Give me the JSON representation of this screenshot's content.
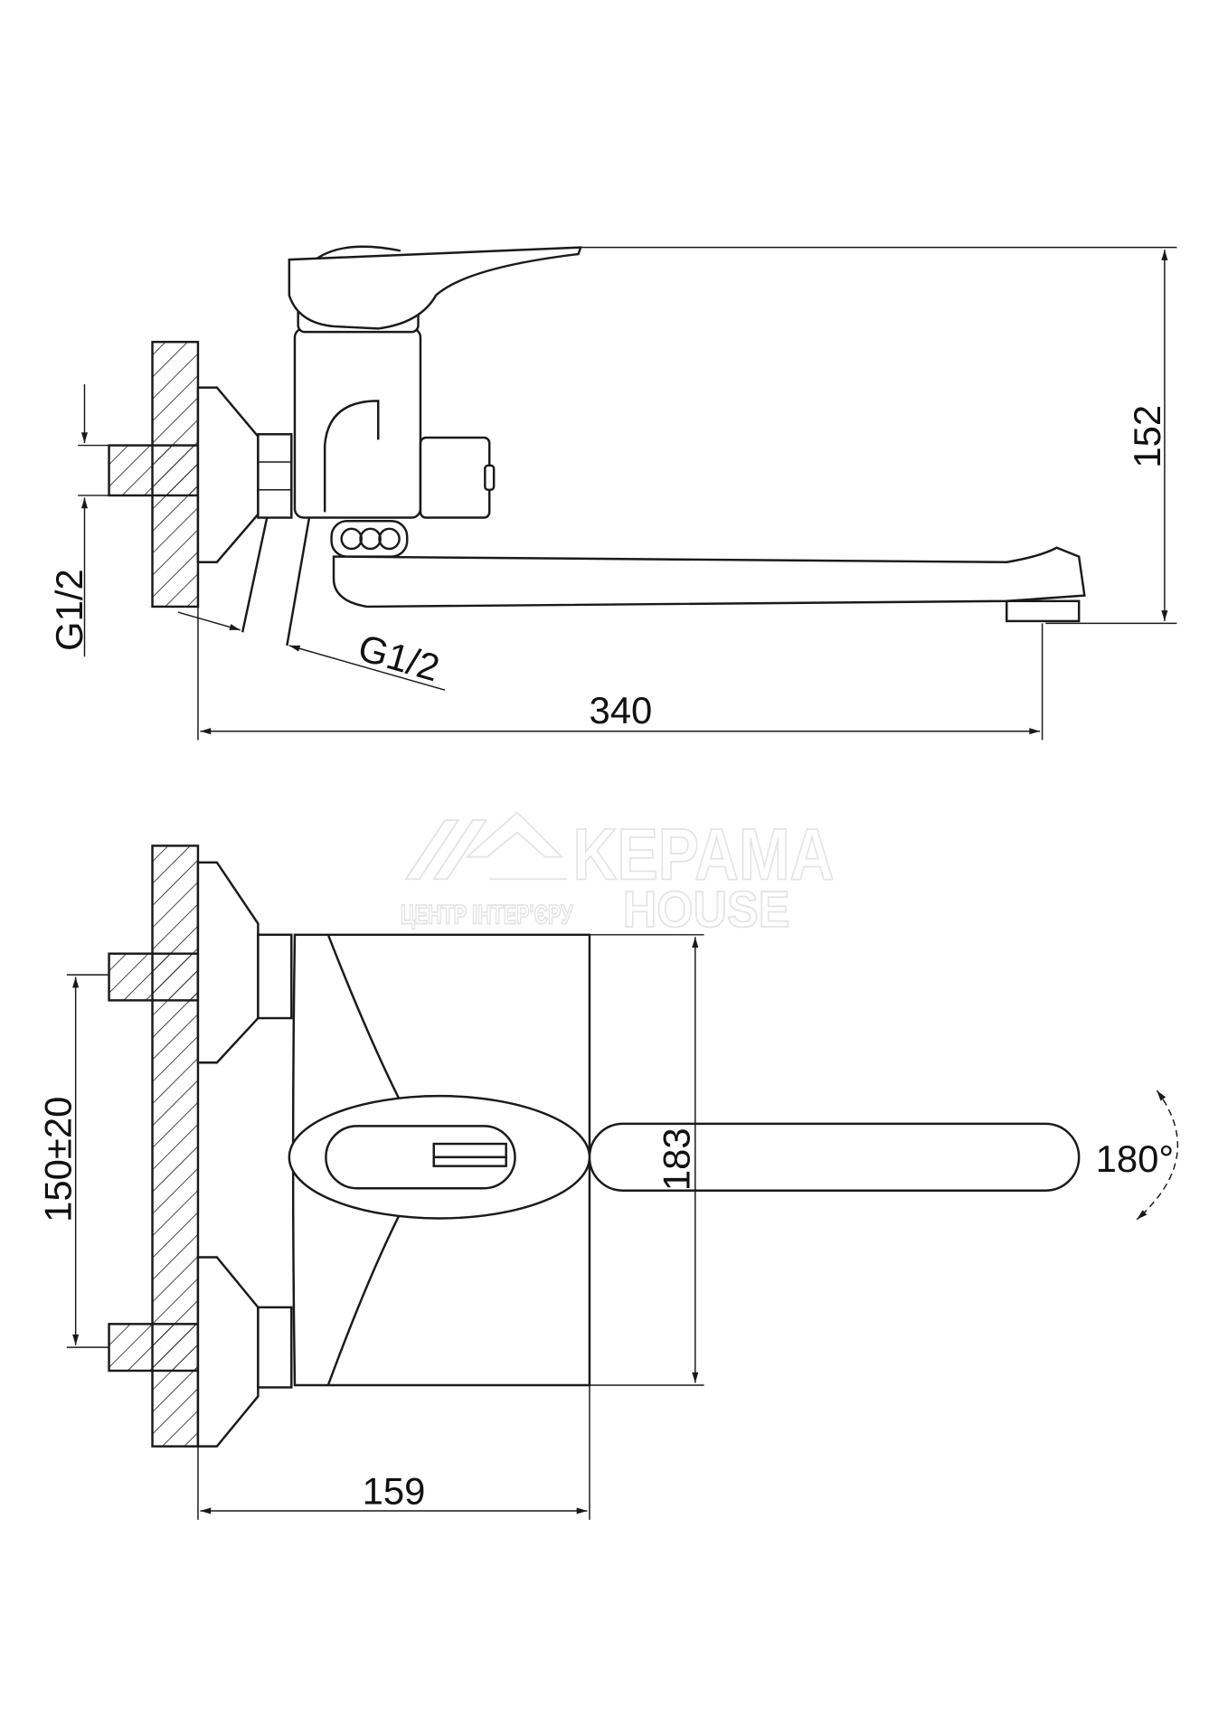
{
  "drawing": {
    "side_view": {
      "height_label": "152",
      "length_label": "340",
      "inlet_thread_label": "G1/2",
      "outlet_thread_label": "G1/2"
    },
    "top_view": {
      "body_depth_label": "159",
      "body_width_label": "183",
      "center_distance_label": "150±20",
      "rotation_label": "180°"
    }
  },
  "watermark": {
    "brand_line1": "KEPAMA",
    "brand_line2": "HOUSE",
    "tagline": "ЦЕНТР ІНТЕР'ЄРУ"
  },
  "colors": {
    "line": "#1a1a1a",
    "background": "#ffffff"
  }
}
